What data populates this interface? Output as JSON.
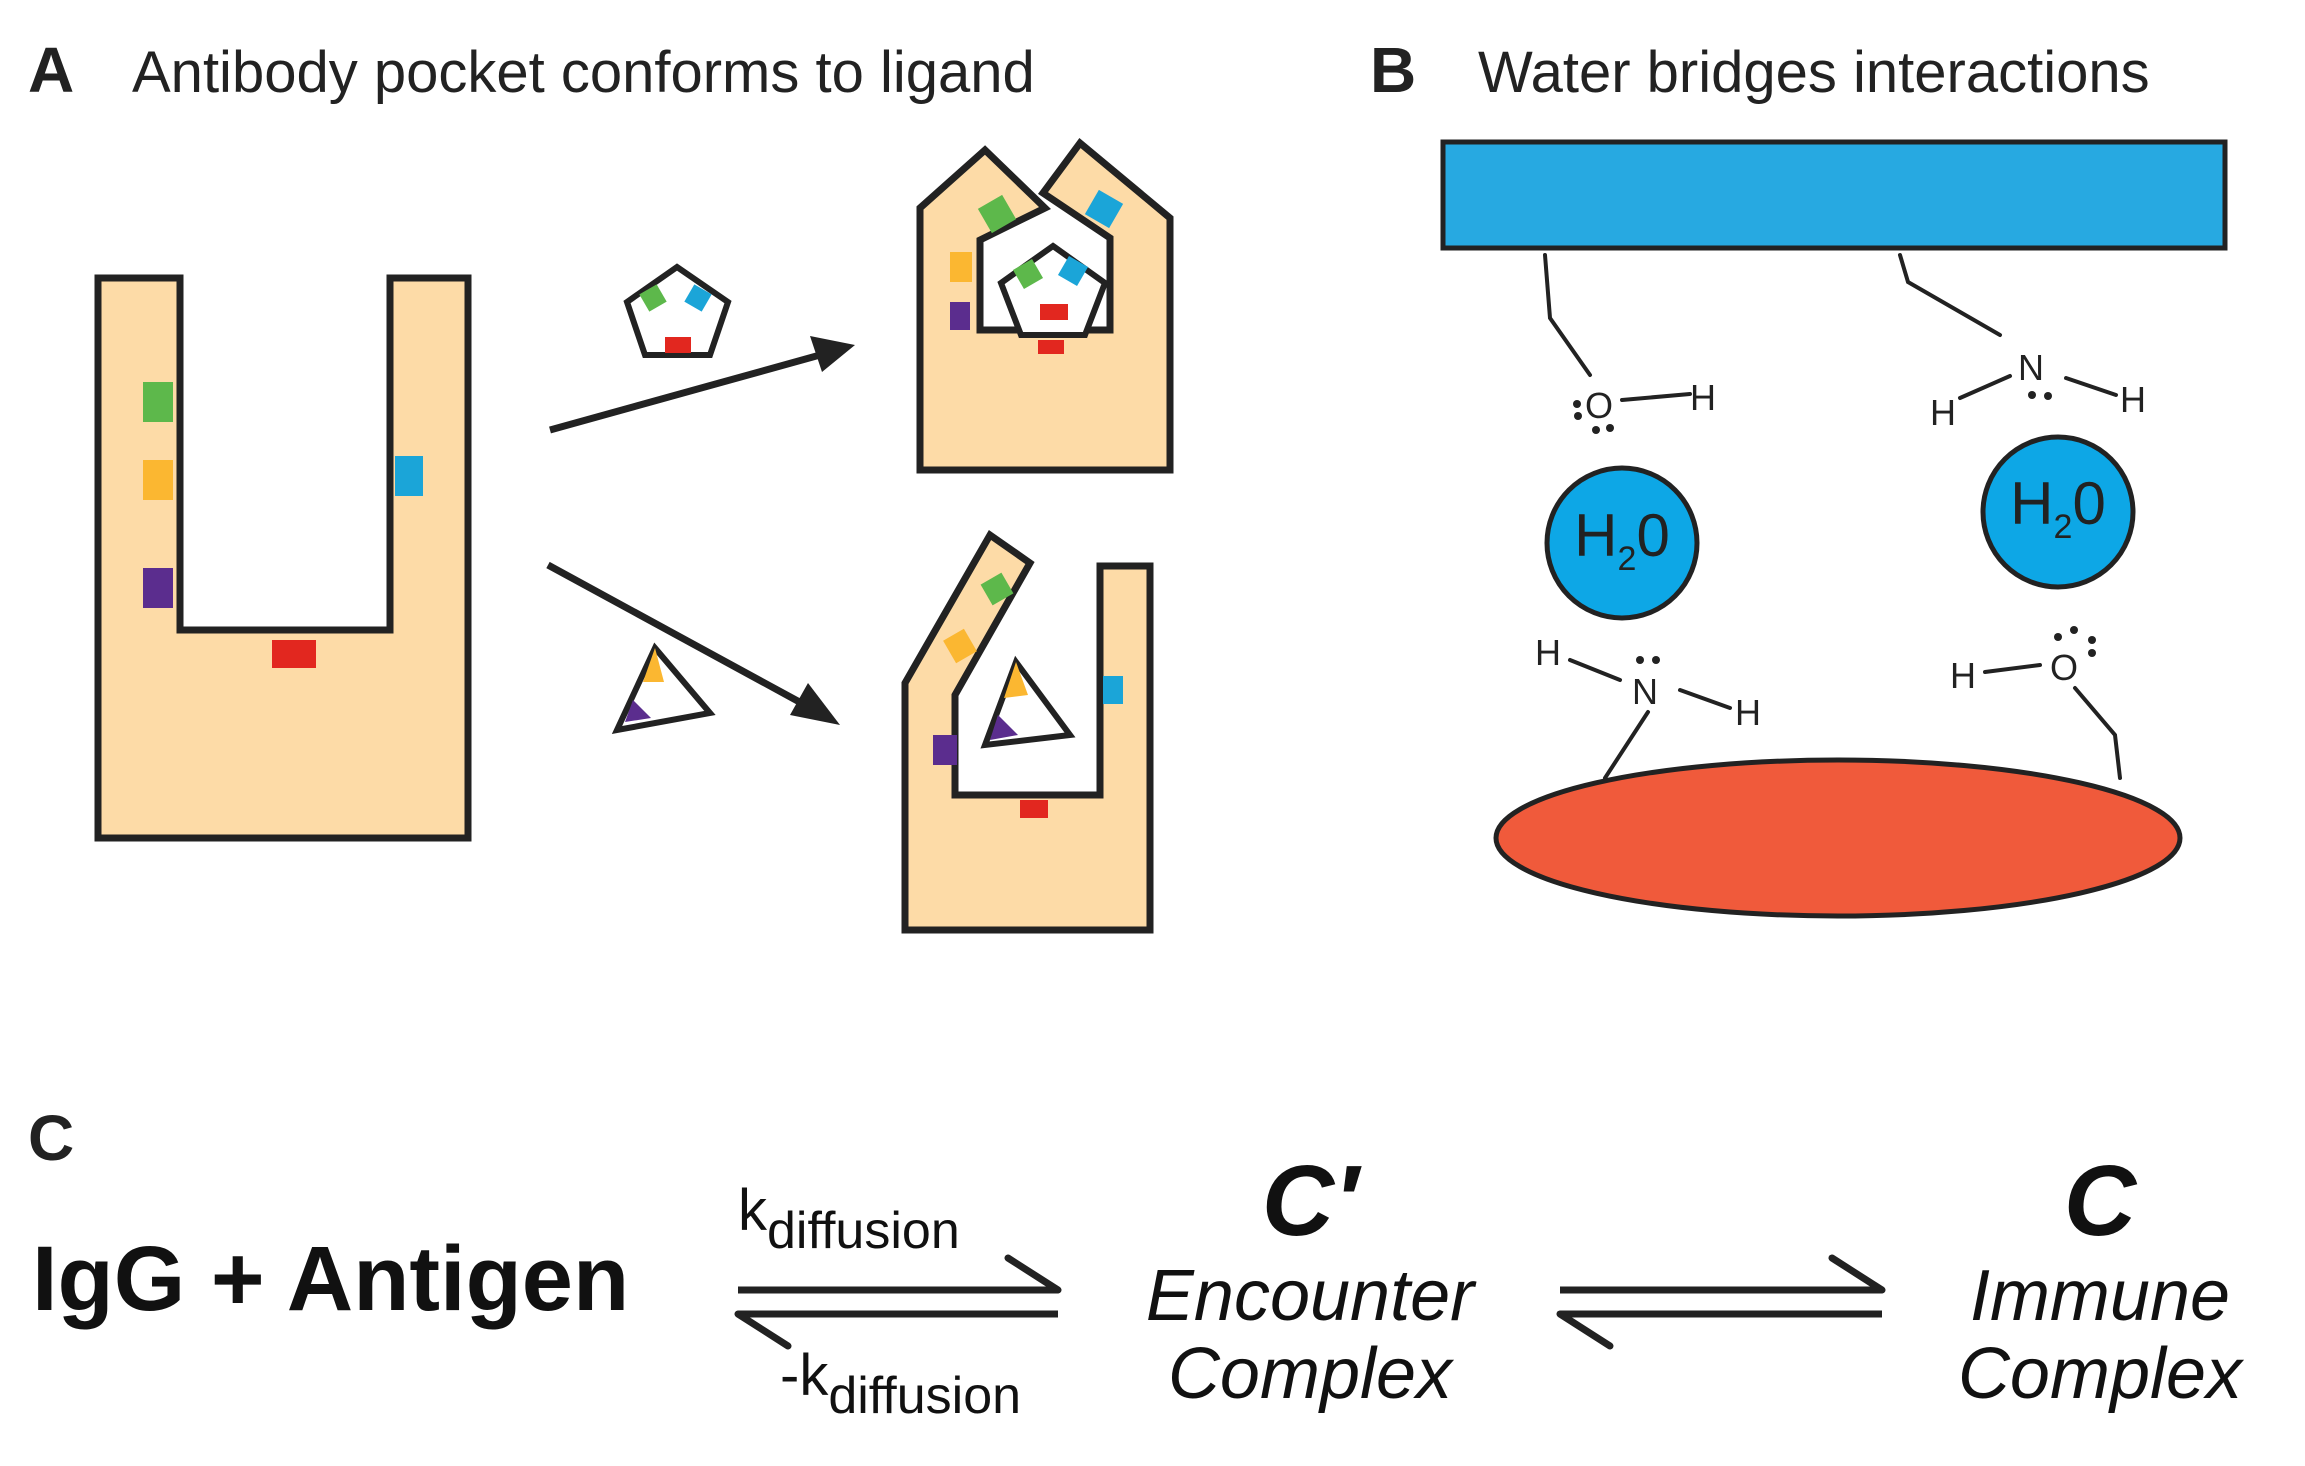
{
  "panel_a": {
    "letter": "A",
    "title": "Antibody pocket conforms to ligand"
  },
  "panel_b": {
    "letter": "B",
    "title": "Water bridges interactions",
    "water_label_main": "H",
    "water_label_sub": "2",
    "water_label_end": "0",
    "atoms": {
      "oxygen": "O",
      "nitrogen": "N",
      "hydrogen": "H"
    }
  },
  "panel_c": {
    "letter": "C",
    "reactants": "IgG + Antigen",
    "k_forward_main": "k",
    "k_forward_sub": "diffusion",
    "k_reverse_main": "-k",
    "k_reverse_sub": "diffusion",
    "intermediate_symbol": "C′",
    "intermediate_line1": "Encounter",
    "intermediate_line2": "Complex",
    "product_symbol": "C",
    "product_line1": "Immune",
    "product_line2": "Complex"
  },
  "colors": {
    "pocket_fill": "#fddba7",
    "outline": "#222222",
    "green": "#5db84b",
    "orange": "#fbb731",
    "purple": "#5b2d8e",
    "cyan": "#1ba5d8",
    "red": "#e2271f",
    "blue_bar": "#27a9e1",
    "water": "#0da7e6",
    "ellipse": "#f05a3b"
  }
}
